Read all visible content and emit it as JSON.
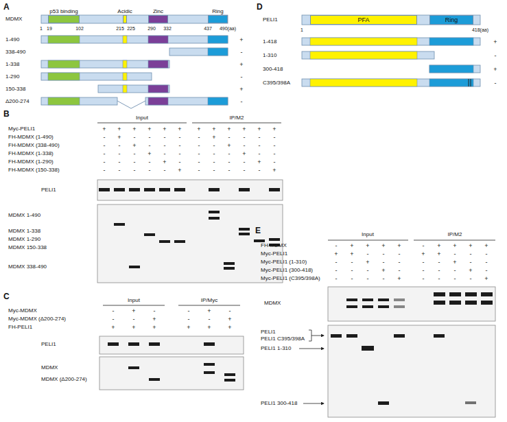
{
  "diagram": {
    "nodes": [
      {
        "text": [
          "p53 binding"
        ]
      },
      {
        "text": [
          "Acidic"
        ]
      },
      {
        "text": [
          "Zinc"
        ]
      },
      {
        "text": [
          "Ring"
        ]
      },
      {
        "text": [
          "PFA"
        ]
      },
      {
        "text": [
          "Ring"
        ]
      }
    ],
    "labels": [
      "A",
      "MDMX",
      "1",
      "19",
      "102",
      "215",
      "225",
      "290",
      "332",
      "437",
      "490(aa)",
      "1-490",
      "338-490",
      "1-338",
      "1-290",
      "150-338",
      "Δ200-274",
      "+",
      "-",
      "+",
      "-",
      "+",
      "-",
      "D",
      "PELI1",
      "1",
      "418(aa)",
      "1-418",
      "1-310",
      "300-418",
      "C395/398A",
      "+",
      "-",
      "+",
      "-",
      "B",
      "Input",
      "IP/M2",
      "Myc-PELI1",
      "FH-MDMX (1-490)",
      "FH-MDMX (338-490)",
      "FH-MDMX (1-338)",
      "FH-MDMX (1-290)",
      "FH-MDMX (150-338)",
      "+",
      "+",
      "+",
      "+",
      "+",
      "+",
      "+",
      "+",
      "+",
      "+",
      "+",
      "+",
      "-",
      "+",
      "-",
      "-",
      "-",
      "-",
      "-",
      "+",
      "-",
      "-",
      "-",
      "-",
      "-",
      "-",
      "+",
      "-",
      "-",
      "-",
      "-",
      "-",
      "+",
      "-",
      "-",
      "-",
      "-",
      "-",
      "-",
      "+",
      "-",
      "-",
      "-",
      "-",
      "-",
      "+",
      "-",
      "-",
      "-",
      "-",
      "-",
      "-",
      "+",
      "-",
      "-",
      "-",
      "-",
      "-",
      "+",
      "-",
      "-",
      "-",
      "-",
      "-",
      "-",
      "+",
      "-",
      "-",
      "-",
      "-",
      "-",
      "+",
      "PELI1",
      "MDMX 1-490",
      "MDMX 1-338",
      "MDMX 1-290",
      "MDMX 150-338",
      "MDMX 338-490",
      "C",
      "Input",
      "IP/Myc",
      "Myc-MDMX",
      "Myc-MDMX (Δ200-274)",
      "FH-PELI1",
      "-",
      "+",
      "-",
      "-",
      "+",
      "-",
      "-",
      "-",
      "+",
      "-",
      "-",
      "+",
      "+",
      "+",
      "+",
      "+",
      "+",
      "+",
      "PELI1",
      "MDMX",
      "MDMX (Δ200-274)",
      "E",
      "Input",
      "IP/M2",
      "FH-MDMX",
      "Myc-PELI1",
      "Myc-PELI1 (1-310)",
      "Myc-PELI1 (300-418)",
      "Myc-PELI1 (C395/398A)",
      "-",
      "+",
      "+",
      "+",
      "+",
      "-",
      "+",
      "+",
      "+",
      "+",
      "+",
      "+",
      "-",
      "-",
      "-",
      "+",
      "+",
      "-",
      "-",
      "-",
      "-",
      "-",
      "+",
      "-",
      "-",
      "-",
      "-",
      "+",
      "-",
      "-",
      "-",
      "-",
      "-",
      "+",
      "-",
      "-",
      "-",
      "-",
      "+",
      "-",
      "-",
      "-",
      "-",
      "-",
      "+",
      "-",
      "-",
      "-",
      "-",
      "+",
      "MDMX",
      "PELI1",
      "PELI1 C395/398A",
      "PELI1 1-310",
      "PELI1 300-418"
    ]
  }
}
